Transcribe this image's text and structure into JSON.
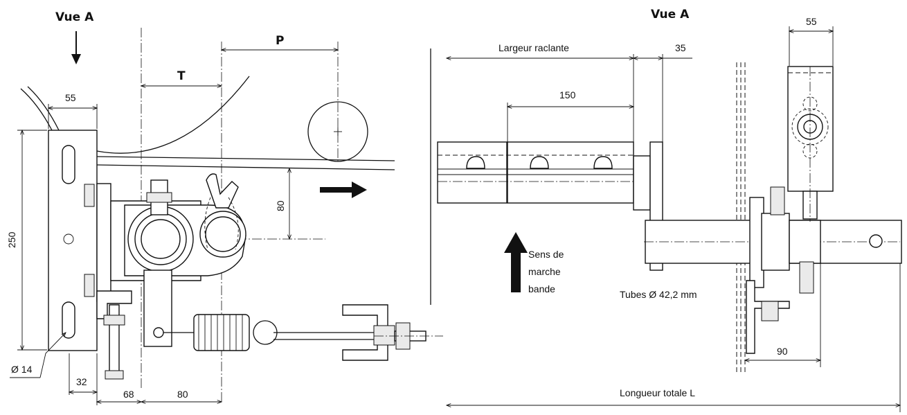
{
  "left_view": {
    "heading": "Vue A",
    "dims": {
      "p": "P",
      "t": "T",
      "top_55": "55",
      "height_250": "250",
      "height_80": "80",
      "hole": "Ø 14",
      "bottom_32": "32",
      "bottom_68": "68",
      "bottom_80": "80"
    }
  },
  "right_view": {
    "heading": "Vue A",
    "labels": {
      "scraping_width": "Largeur raclante",
      "dim_35": "35",
      "dim_55": "55",
      "dim_150": "150",
      "belt_direction_line1": "Sens de",
      "belt_direction_line2": "marche",
      "belt_direction_line3": "bande",
      "tubes": "Tubes Ø 42,2 mm",
      "dim_90": "90",
      "total_length": "Longueur totale L"
    }
  }
}
